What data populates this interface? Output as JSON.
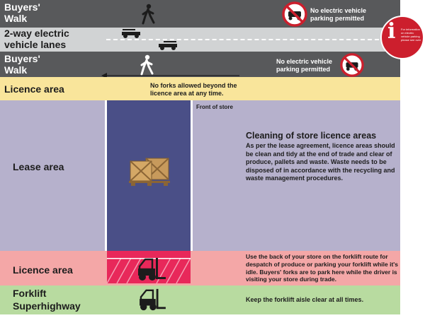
{
  "colors": {
    "road": "#58595b",
    "lane": "#d1d3d4",
    "licence_yellow": "#f9e59b",
    "lease_purple": "#b6b1cc",
    "store_navy": "#4a4f87",
    "licence_pink": "#f4a7a7",
    "hatch_red": "#e8285a",
    "forklift_green": "#b8dba0",
    "prohibit_red": "#cc1f2d"
  },
  "rows": {
    "buyers_walk_top": {
      "label": "Buyers' Walk",
      "note": "No electric vehicle parking permitted",
      "icons": [
        "pedestrian-icon",
        "no-parking-icon"
      ]
    },
    "ev_lanes": {
      "label": "2-way electric vehicle lanes",
      "icons": [
        "electric-vehicle-icon",
        "electric-vehicle-icon"
      ]
    },
    "buyers_walk_bottom": {
      "label": "Buyers' Walk",
      "note": "No electric vehicle parking permitted",
      "icons": [
        "pedestrian-icon",
        "no-parking-icon",
        "left-arrow-icon"
      ]
    },
    "licence_top": {
      "label": "Licence area",
      "note": "No forks allowed beyond the licence area at any time."
    },
    "lease": {
      "label": "Lease area",
      "front_label": "Front of store",
      "heading": "Cleaning of store licence areas",
      "text": "As per the lease agreement, licence areas should be clean and tidy at the end of trade and clear of produce, pallets and waste. Waste needs to be disposed of in accordance with the recycling and waste management procedures.",
      "icons": [
        "pallet-crates-icon"
      ]
    },
    "licence_bottom": {
      "label": "Licence area",
      "text": "Use the back of your store on the forklift route for despatch of produce or parking your forklift while it's idle. Buyers' forks are to park here while the driver is visiting your store during trade.",
      "icons": [
        "forklift-icon"
      ]
    },
    "forklift": {
      "label": "Forklift Superhighway",
      "text": "Keep the forklift aisle clear at all times.",
      "icons": [
        "forklift-icon"
      ]
    }
  },
  "info_badge": {
    "letter": "i",
    "text": "For information on electric vehicle parking please see over"
  }
}
